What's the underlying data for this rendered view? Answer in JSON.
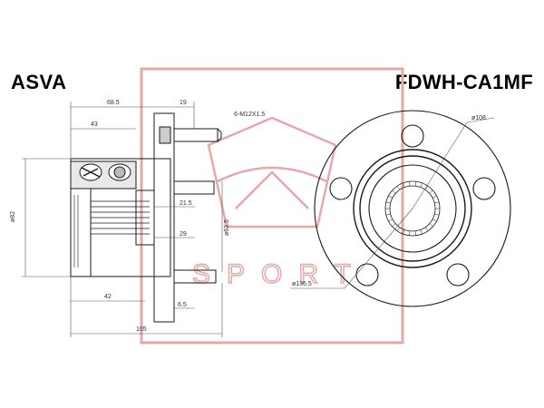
{
  "header": {
    "brand": "ASVA",
    "part_number": "FDWH-CA1MF"
  },
  "watermark": {
    "text": "SPORT",
    "color": "#e8b4b4"
  },
  "dimensions": {
    "d68_5": "68.5",
    "d19": "19",
    "d43": "43",
    "thread": "6-M12X1.5",
    "d82": "ø82",
    "d21_5": "21.5",
    "d29": "29",
    "d63_5": "ø63.5",
    "d42": "42",
    "d6_5": "6.5",
    "d105": "105",
    "d108": "ø108",
    "d136_5": "ø136.5"
  },
  "colors": {
    "line": "#1a1a1a",
    "dim_line": "#555555",
    "watermark": "#e6a9a9"
  }
}
